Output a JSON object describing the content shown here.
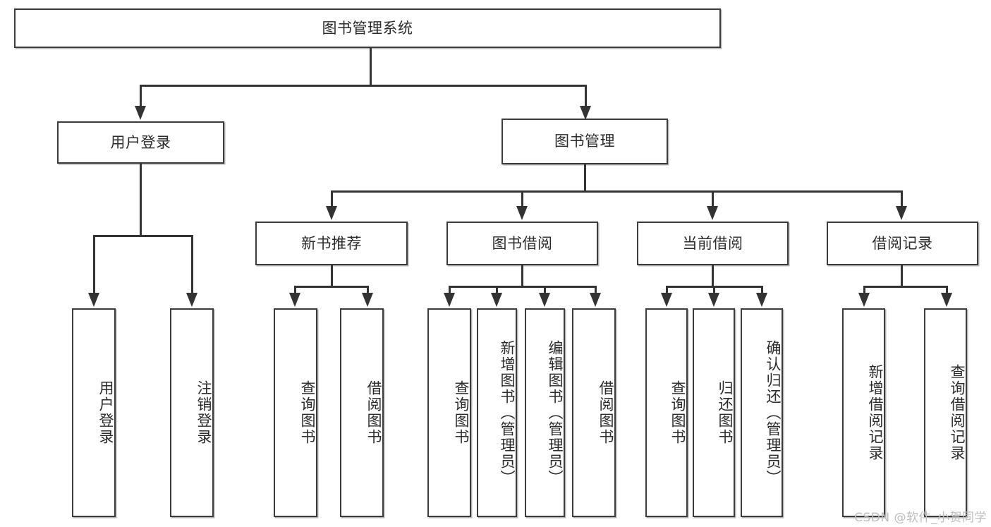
{
  "diagram": {
    "title": "图书管理系统",
    "type": "tree",
    "root": {
      "label": "图书管理系统"
    },
    "level2": [
      {
        "label": "用户登录"
      },
      {
        "label": "图书管理"
      }
    ],
    "level3": [
      {
        "label": "新书推荐"
      },
      {
        "label": "图书借阅"
      },
      {
        "label": "当前借阅"
      },
      {
        "label": "借阅记录"
      }
    ],
    "leaves": {
      "user_login": [
        {
          "label": "用户登录"
        },
        {
          "label": "注销登录"
        }
      ],
      "new_book_recommend": [
        {
          "label": "查询图书"
        },
        {
          "label": "借阅图书"
        }
      ],
      "book_borrow": [
        {
          "label": "查询图书"
        },
        {
          "label": "新增图书（管理员）"
        },
        {
          "label": "编辑图书（管理员）"
        },
        {
          "label": "借阅图书"
        }
      ],
      "current_borrow": [
        {
          "label": "查询图书"
        },
        {
          "label": "归还图书"
        },
        {
          "label": "确认归还（管理员）"
        }
      ],
      "borrow_record": [
        {
          "label": "新增借阅记录"
        },
        {
          "label": "查询借阅记录"
        }
      ]
    }
  },
  "watermark": {
    "text": "CSDN @软件_小贺同学"
  },
  "colors": {
    "box_border": "#3b3b3b",
    "line": "#333333",
    "text": "#2b2b2b",
    "background": "#ffffff",
    "watermark": "#bdbdbd"
  }
}
